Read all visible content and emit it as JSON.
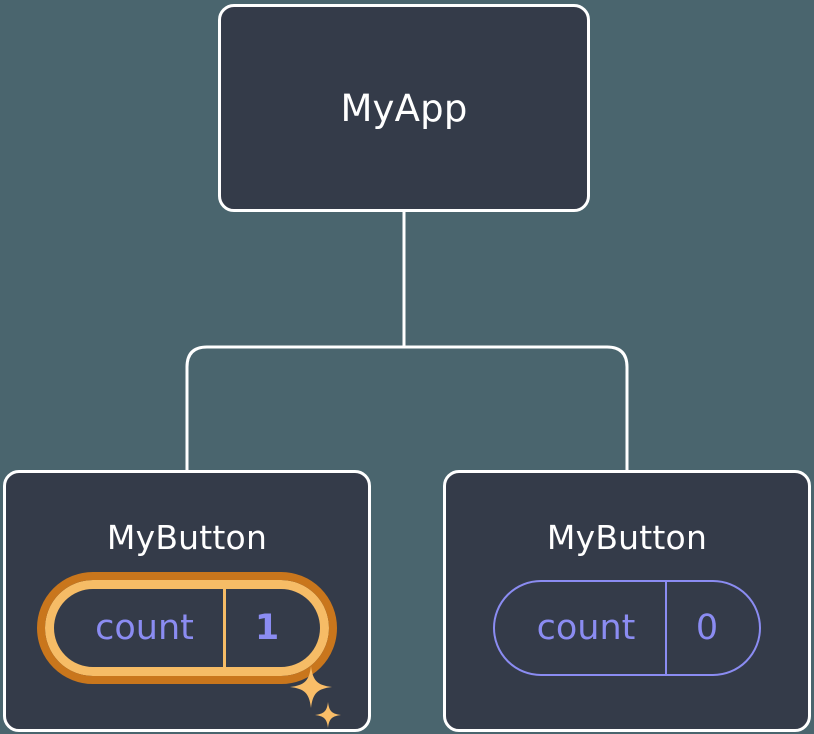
{
  "diagram": {
    "type": "component-tree",
    "background_color": "#4a656e",
    "node_fill_color": "#343b49",
    "node_border_color": "#ffffff",
    "connector_color": "#ffffff",
    "state_color": "#8b8cf2",
    "highlight_outer_color": "#c9761c",
    "highlight_inner_color": "#f6bc66",
    "title_color": "#ffffff"
  },
  "root": {
    "title": "MyApp"
  },
  "children": [
    {
      "title": "MyButton",
      "state": {
        "key": "count",
        "value": "1"
      },
      "highlighted": "true",
      "sparkles": [
        {
          "name": "sparkle-large"
        },
        {
          "name": "sparkle-small"
        }
      ]
    },
    {
      "title": "MyButton",
      "state": {
        "key": "count",
        "value": "0"
      },
      "highlighted": "false"
    }
  ]
}
